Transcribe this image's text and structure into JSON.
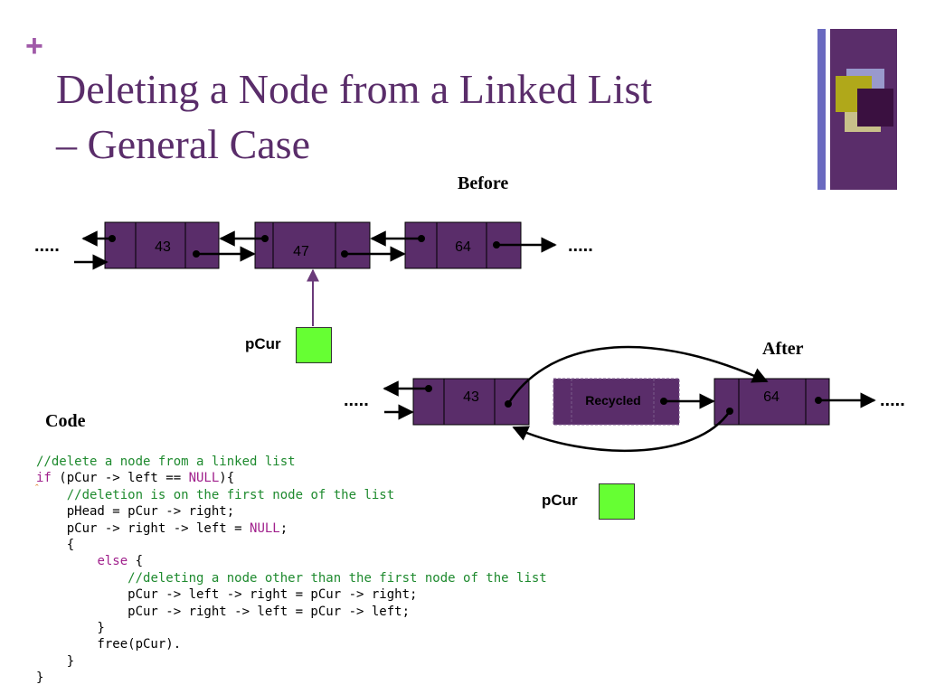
{
  "slide": {
    "plus": "+",
    "title_line1": "Deleting a Node from a Linked List",
    "title_line2": "– General Case",
    "before_label": "Before",
    "after_label": "After",
    "code_label": "Code",
    "pcur_label": "pCur",
    "ellipsis": "....."
  },
  "before": {
    "nodes": [
      "43",
      "47",
      "64"
    ]
  },
  "after": {
    "nodes": [
      "43",
      "Recycled",
      "64"
    ]
  },
  "code": {
    "lines": [
      [
        {
          "t": "//delete a node from a linked list",
          "c": "cm"
        }
      ],
      [
        {
          "t": "if",
          "c": "kw"
        },
        {
          "t": " (pCur -> left == ",
          "c": ""
        },
        {
          "t": "NULL",
          "c": "kw"
        },
        {
          "t": "){",
          "c": ""
        }
      ],
      [
        {
          "t": "    ",
          "c": ""
        },
        {
          "t": "//deletion is on the first node of the list",
          "c": "cm"
        }
      ],
      [
        {
          "t": "    pHead = pCur -> right;",
          "c": ""
        }
      ],
      [
        {
          "t": "    pCur -> right -> left = ",
          "c": ""
        },
        {
          "t": "NULL",
          "c": "kw"
        },
        {
          "t": ";",
          "c": ""
        }
      ],
      [
        {
          "t": "    {",
          "c": ""
        }
      ],
      [
        {
          "t": "        ",
          "c": ""
        },
        {
          "t": "else",
          "c": "kw"
        },
        {
          "t": " {",
          "c": ""
        }
      ],
      [
        {
          "t": "            ",
          "c": ""
        },
        {
          "t": "//deleting a node other than the first node of the list",
          "c": "cm"
        }
      ],
      [
        {
          "t": "            pCur -> left -> right = pCur -> right;",
          "c": ""
        }
      ],
      [
        {
          "t": "            pCur -> right -> left = pCur -> left;",
          "c": ""
        }
      ],
      [
        {
          "t": "        }",
          "c": ""
        }
      ],
      [
        {
          "t": "        free(pCur).",
          "c": ""
        }
      ],
      [
        {
          "t": "    }",
          "c": ""
        }
      ],
      [
        {
          "t": "}",
          "c": ""
        }
      ]
    ]
  },
  "colors": {
    "title": "#5a2d6a",
    "plus": "#a05aa8",
    "node_fill": "#5a2d6a",
    "pcur_fill": "#66ff33",
    "comment": "#1e8a2e",
    "keyword": "#a0208c"
  },
  "icons": [
    "plus-icon",
    "decorative-squares-icon"
  ]
}
